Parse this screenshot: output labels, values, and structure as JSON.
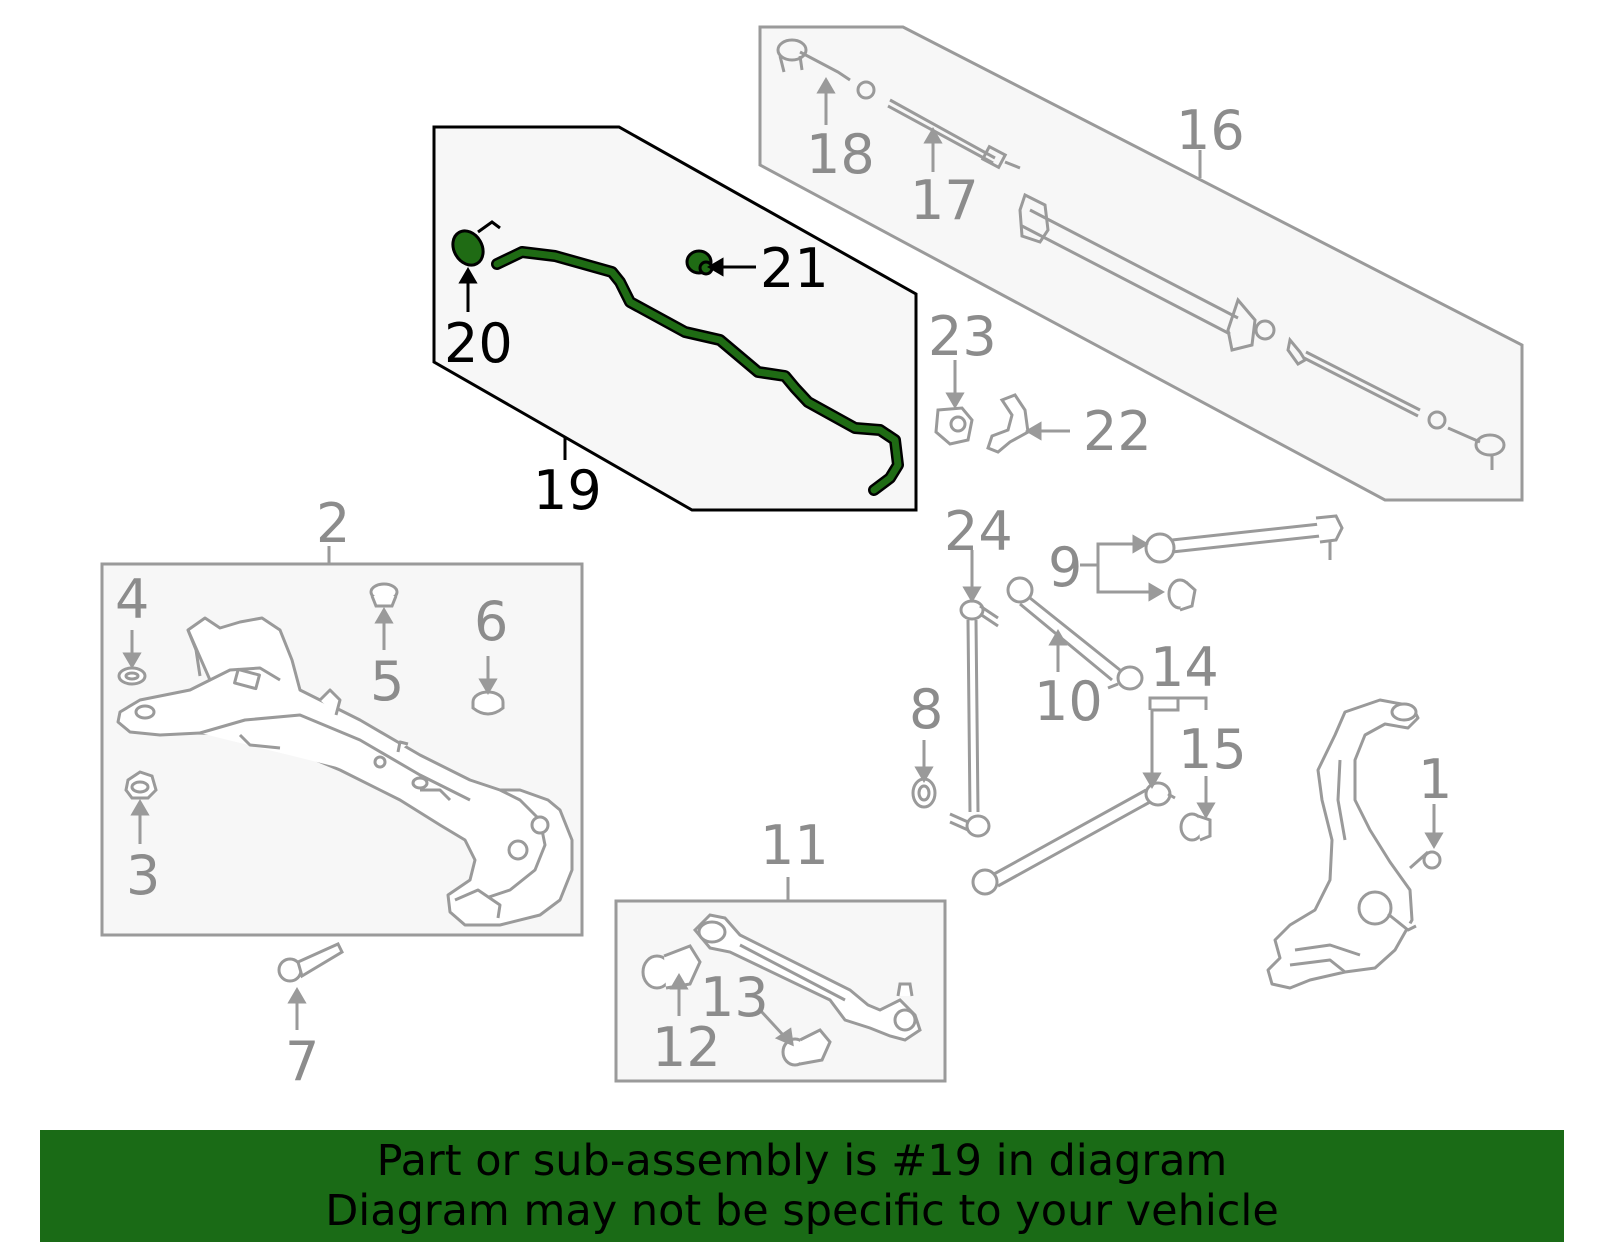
{
  "colors": {
    "highlight": "#1f6b14",
    "part_outline": "#9a9a9a",
    "box_fill": "#f7f7f7",
    "banner_bg": "#1a6b16"
  },
  "callouts": {
    "c1": "1",
    "c2": "2",
    "c3": "3",
    "c4": "4",
    "c5": "5",
    "c6": "6",
    "c7": "7",
    "c8": "8",
    "c9": "9",
    "c10": "10",
    "c11": "11",
    "c12": "12",
    "c13": "13",
    "c14": "14",
    "c15": "15",
    "c16": "16",
    "c17": "17",
    "c18": "18",
    "c19": "19",
    "c20": "20",
    "c21": "21",
    "c22": "22",
    "c23": "23",
    "c24": "24"
  },
  "banner": {
    "line1": "Part or sub-assembly is #19 in diagram",
    "line2": "Diagram may not be specific to your vehicle"
  }
}
